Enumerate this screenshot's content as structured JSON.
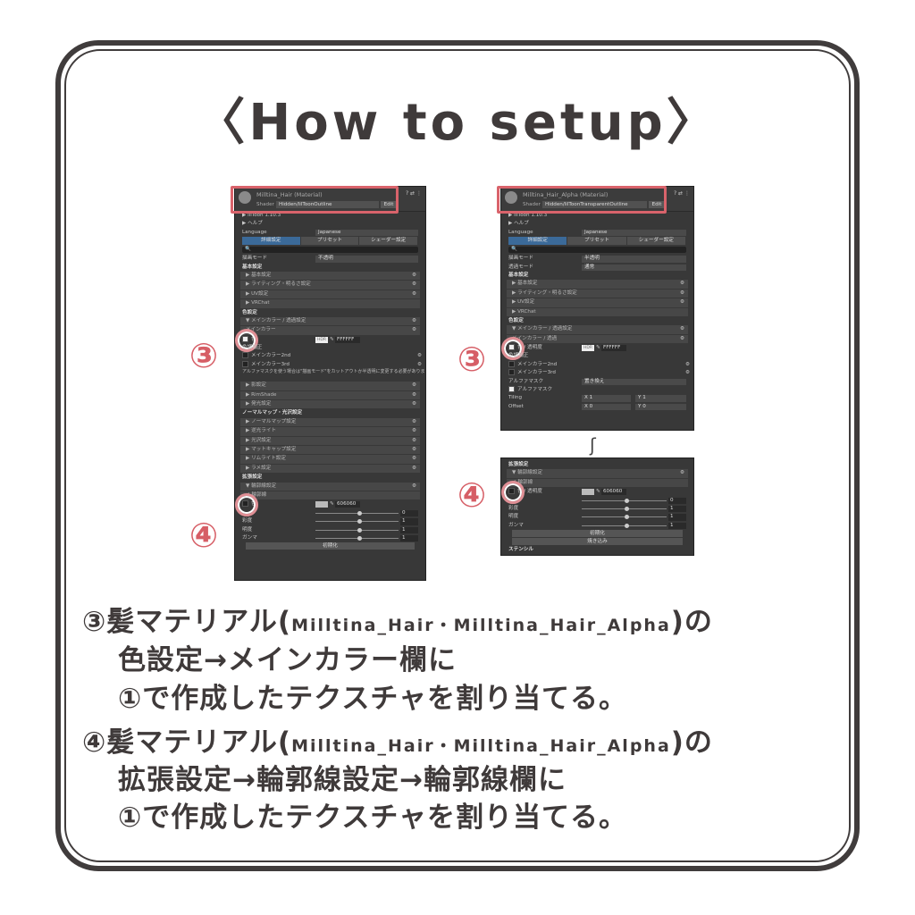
{
  "title": "〈How to setup〉",
  "markers": {
    "three": "③",
    "four": "④"
  },
  "separator": "ʃ",
  "colors": {
    "frame": "#403c3c",
    "accent": "#d65e66",
    "highlight": "#d9636b",
    "panel_bg": "#383838",
    "tab_active": "#3b6a99"
  },
  "left_panel": {
    "material": "Milltina_Hair (Material)",
    "shader_label": "Shader",
    "shader": "Hidden/lilToonOutline",
    "edit": "Edit",
    "rows": [
      {
        "t": "plain",
        "label": "▶  lilToon 1.10.3"
      },
      {
        "t": "plain",
        "label": "▶  ヘルプ"
      },
      {
        "t": "field",
        "label": "Language",
        "value": "Japanese"
      },
      {
        "t": "tabs",
        "tabs": [
          "詳細設定",
          "プリセット",
          "シェーダー設定"
        ]
      },
      {
        "t": "search"
      },
      {
        "t": "field",
        "label": "描画モード",
        "value": "不透明"
      },
      {
        "t": "sec",
        "label": "基本設定"
      },
      {
        "t": "fold",
        "label": "▶ 基本設定",
        "gear": true
      },
      {
        "t": "fold",
        "label": "▶ ライティング・明るさ設定",
        "gear": true
      },
      {
        "t": "fold",
        "label": "▶ UV設定",
        "gear": true
      },
      {
        "t": "fold",
        "label": "▶ VRChat"
      },
      {
        "t": "sec",
        "label": "色設定"
      },
      {
        "t": "fold",
        "label": "▼ メインカラー / 透過設定",
        "gear": true
      },
      {
        "t": "fold",
        "label": "メインカラー",
        "gear": true
      },
      {
        "t": "color",
        "label": "色",
        "hdr": "HDR",
        "hex": "FFFFFF",
        "white": true,
        "mark": "three"
      },
      {
        "t": "plain",
        "label": "    色調補正"
      },
      {
        "t": "check",
        "label": "メインカラー2nd",
        "gear": true
      },
      {
        "t": "check",
        "label": "メインカラー3rd",
        "gear": true
      },
      {
        "t": "note",
        "label": "アルファマスクを使う場合は\"描画モード\"をカットアウトか半透明に変更する必要があります"
      },
      {
        "t": "fold",
        "label": "▶ 影設定",
        "gear": true
      },
      {
        "t": "fold",
        "label": "▶ RimShade",
        "gear": true
      },
      {
        "t": "fold",
        "label": "▶ 発光設定",
        "gear": true
      },
      {
        "t": "sec",
        "label": "ノーマルマップ・光沢設定"
      },
      {
        "t": "fold",
        "label": "▶ ノーマルマップ設定",
        "gear": true
      },
      {
        "t": "fold",
        "label": "▶ 逆光ライト",
        "gear": true
      },
      {
        "t": "fold",
        "label": "▶ 光沢設定",
        "gear": true
      },
      {
        "t": "fold",
        "label": "▶ マットキャップ設定",
        "gear": true
      },
      {
        "t": "fold",
        "label": "▶ リムライト設定",
        "gear": true
      },
      {
        "t": "fold",
        "label": "▶ ラメ設定",
        "gear": true
      },
      {
        "t": "sec",
        "label": "拡張設定"
      },
      {
        "t": "fold",
        "label": "▼ 輪郭線設定",
        "gear": true
      },
      {
        "t": "fold",
        "label": "✔ 輪郭線"
      },
      {
        "t": "color",
        "label": "色",
        "hdr": "",
        "hex": "606060",
        "mark": "four"
      },
      {
        "t": "slider",
        "label": "",
        "value": "0"
      },
      {
        "t": "slider",
        "label": "彩度",
        "value": "1"
      },
      {
        "t": "slider",
        "label": "明度",
        "value": "1"
      },
      {
        "t": "slider",
        "label": "ガンマ",
        "value": "1"
      },
      {
        "t": "button",
        "label": "初期化"
      }
    ]
  },
  "right_panel": {
    "material": "Milltina_Hair_Alpha (Material)",
    "shader_label": "Shader",
    "shader": "Hidden/lilToonTransparentOutline",
    "edit": "Edit",
    "rows": [
      {
        "t": "plain",
        "label": "▶  lilToon 1.10.3"
      },
      {
        "t": "plain",
        "label": "▶  ヘルプ"
      },
      {
        "t": "field",
        "label": "Language",
        "value": "Japanese"
      },
      {
        "t": "tabs",
        "tabs": [
          "詳細設定",
          "プリセット",
          "シェーダー設定"
        ]
      },
      {
        "t": "search"
      },
      {
        "t": "field",
        "label": "描画モード",
        "value": "半透明"
      },
      {
        "t": "field",
        "label": "透過モード",
        "value": "通常"
      },
      {
        "t": "sec",
        "label": "基本設定"
      },
      {
        "t": "fold",
        "label": "▶ 基本設定",
        "gear": true
      },
      {
        "t": "fold",
        "label": "▶ ライティング・明るさ設定",
        "gear": true
      },
      {
        "t": "fold",
        "label": "▶ UV設定",
        "gear": true
      },
      {
        "t": "fold",
        "label": "▶ VRChat"
      },
      {
        "t": "sec",
        "label": "色設定"
      },
      {
        "t": "fold",
        "label": "▼ メインカラー / 透過設定",
        "gear": true
      },
      {
        "t": "fold",
        "label": "メインカラー / 透過",
        "gear": true
      },
      {
        "t": "color",
        "label": "色 / 透明度",
        "hdr": "HDR",
        "hex": "FFFFFF",
        "white": true,
        "mark": "three"
      },
      {
        "t": "plain",
        "label": "    色調補正"
      },
      {
        "t": "check",
        "label": "メインカラー2nd",
        "gear": true
      },
      {
        "t": "check",
        "label": "メインカラー3rd",
        "gear": true
      },
      {
        "t": "field",
        "label": "アルファマスク",
        "value": "置き換え"
      },
      {
        "t": "check",
        "label": "アルファマスク",
        "white": true
      },
      {
        "t": "xy",
        "label": "Tiling",
        "x": "1",
        "y": "1"
      },
      {
        "t": "xy",
        "label": "Offset",
        "x": "0",
        "y": "0"
      }
    ]
  },
  "right_panel_2": {
    "rows": [
      {
        "t": "sec",
        "label": "拡張設定"
      },
      {
        "t": "fold",
        "label": "▼ 輪郭線設定",
        "gear": true
      },
      {
        "t": "fold",
        "label": "✔ 輪郭線"
      },
      {
        "t": "color",
        "label": "色 / 透明度",
        "hdr": "",
        "hex": "606060",
        "mark": "four"
      },
      {
        "t": "slider",
        "label": "",
        "value": "0"
      },
      {
        "t": "slider",
        "label": "彩度",
        "value": "1"
      },
      {
        "t": "slider",
        "label": "明度",
        "value": "1"
      },
      {
        "t": "slider",
        "label": "ガンマ",
        "value": "1"
      },
      {
        "t": "button",
        "label": "初期化"
      },
      {
        "t": "button",
        "label": "焼き込み"
      },
      {
        "t": "sec",
        "label": "ステンシル"
      }
    ]
  },
  "instructions": {
    "l1a": "③髪マテリアル(",
    "l1b": "Milltina_Hair・Milltina_Hair_Alpha",
    "l1c": ")の",
    "l2": "色設定→メインカラー欄に",
    "l3": "①で作成したテクスチャを割り当てる。",
    "l4a": "④髪マテリアル(",
    "l4b": "Milltina_Hair・Milltina_Hair_Alpha",
    "l4c": ")の",
    "l5": "拡張設定→輪郭線設定→輪郭線欄に",
    "l6": "①で作成したテクスチャを割り当てる。"
  }
}
